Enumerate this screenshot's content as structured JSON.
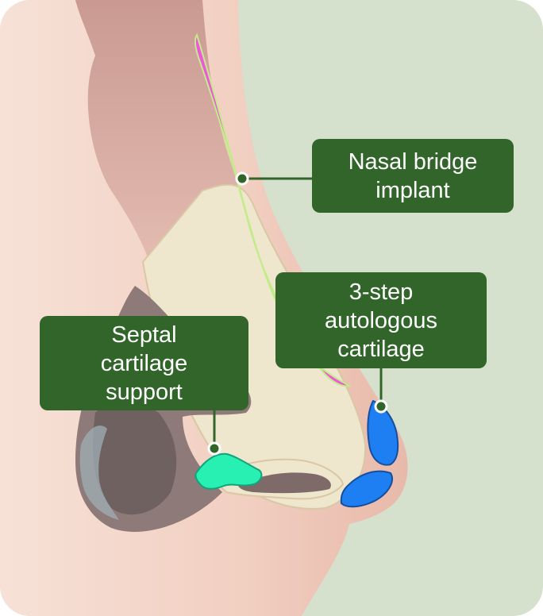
{
  "colors": {
    "background": "#d5e0cd",
    "skin": "#f2d3c6",
    "bone": "#eee6cd",
    "cavity": "#8e7a78",
    "implant": "#f155df",
    "autologous_cartilage": "#1e7ff2",
    "septal_support": "#28f0b2",
    "label_bg": "#31652a",
    "label_text": "#ffffff"
  },
  "labels": {
    "nasal_bridge": {
      "line1": "Nasal bridge",
      "line2": "implant"
    },
    "autologous": {
      "line1": "3-step",
      "line2": "autologous",
      "line3": "cartilage"
    },
    "septal": {
      "line1": "Septal",
      "line2": "cartilage",
      "line3": "support"
    }
  }
}
